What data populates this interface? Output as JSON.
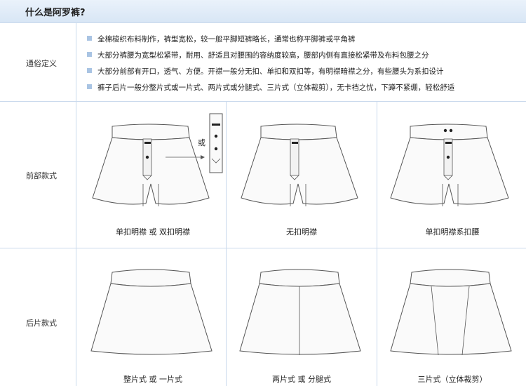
{
  "header": {
    "title": "什么是阿罗裤?"
  },
  "definition": {
    "label": "通俗定义",
    "bullets": [
      "全棉梭织布料制作，裤型宽松，较一般平脚短裤略长，通常也称平脚裤或平角裤",
      "大部分裤腰为宽型松紧带，耐用、舒适且对腰围的容纳度较高，腰部内侧有直接松紧带及布料包腰之分",
      "大部分前部有开口，透气、方便。开襟一般分无扣、单扣和双扣等，有明襟暗襟之分，有些腰头为系扣设计",
      "裤子后片一般分整片式或一片式、两片式或分腿式、三片式（立体裁剪），无卡裆之忧，下蹲不紧绷，轻松舒适"
    ]
  },
  "front": {
    "label": "前部款式",
    "or_text": "或",
    "styles": [
      "单扣明襟 或 双扣明襟",
      "无扣明襟",
      "单扣明襟系扣腰"
    ]
  },
  "back": {
    "label": "后片款式",
    "styles": [
      "整片式 或 一片式",
      "两片式 或 分腿式",
      "三片式（立体裁剪）"
    ]
  }
}
